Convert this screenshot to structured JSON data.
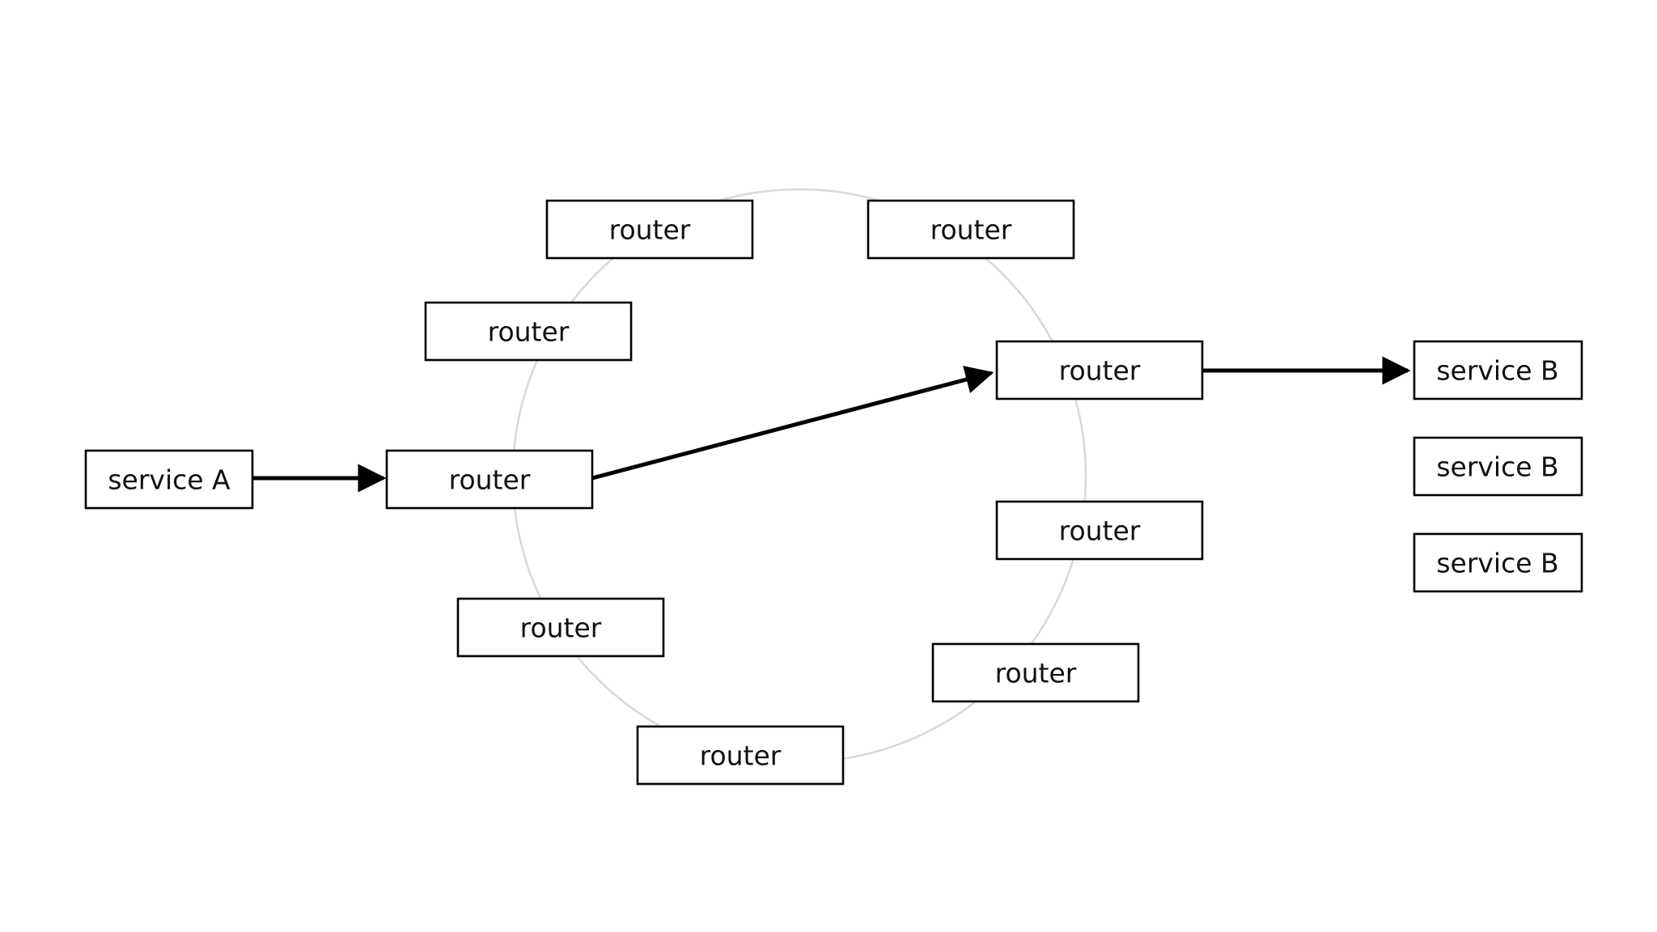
{
  "diagram": {
    "nodes": [
      {
        "id": "service-a",
        "label": "service A"
      },
      {
        "id": "router-entry",
        "label": "router"
      },
      {
        "id": "router-top-left",
        "label": "router"
      },
      {
        "id": "router-top-right",
        "label": "router"
      },
      {
        "id": "router-upper-left",
        "label": "router"
      },
      {
        "id": "router-exit",
        "label": "router"
      },
      {
        "id": "router-mid-right",
        "label": "router"
      },
      {
        "id": "router-lower-left",
        "label": "router"
      },
      {
        "id": "router-lower-right",
        "label": "router"
      },
      {
        "id": "router-bottom",
        "label": "router"
      },
      {
        "id": "service-b-1",
        "label": "service B"
      },
      {
        "id": "service-b-2",
        "label": "service B"
      },
      {
        "id": "service-b-3",
        "label": "service B"
      }
    ],
    "edges": [
      {
        "from": "service-a",
        "to": "router-entry"
      },
      {
        "from": "router-entry",
        "to": "router-exit"
      },
      {
        "from": "router-exit",
        "to": "service-b-1"
      }
    ],
    "colors": {
      "box_stroke": "#000000",
      "ring_stroke": "#d9d9d9",
      "arrow": "#000000",
      "background": "#ffffff"
    }
  }
}
